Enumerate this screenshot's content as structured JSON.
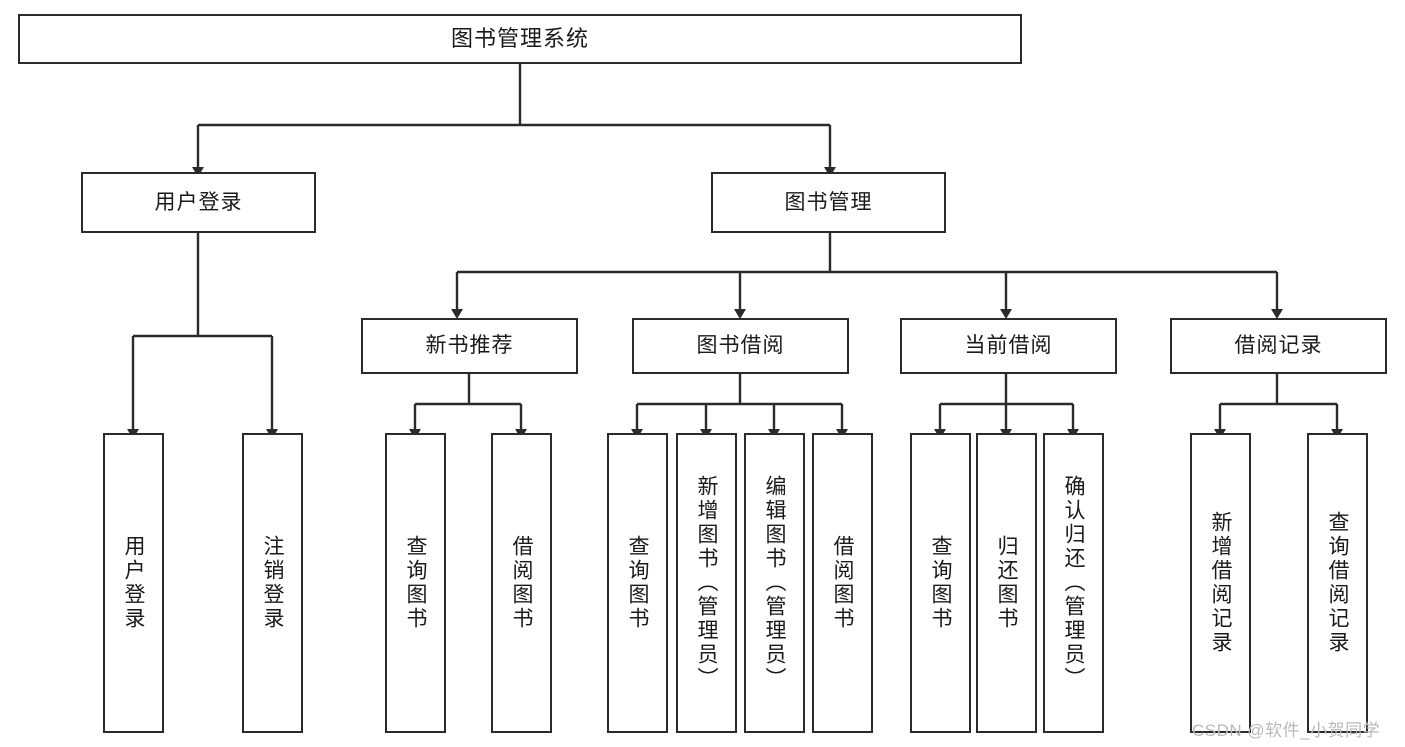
{
  "diagram": {
    "title": "图书管理系统",
    "type": "hierarchy-tree",
    "watermark": "CSDN @软件_小贺同学",
    "colors": {
      "box_border": "#2b2b2b",
      "box_fill": "#ffffff",
      "line": "#2b2b2b",
      "text": "#1a1a1a",
      "watermark": "#b9b9b9"
    },
    "nodes": {
      "root": {
        "label": "图书管理系统"
      },
      "level2": [
        {
          "label": "用户登录"
        },
        {
          "label": "图书管理"
        }
      ],
      "level3": [
        {
          "label": "新书推荐"
        },
        {
          "label": "图书借阅"
        },
        {
          "label": "当前借阅"
        },
        {
          "label": "借阅记录"
        }
      ],
      "leaves": {
        "user_login": [
          {
            "label": "用户登录"
          },
          {
            "label": "注销登录"
          }
        ],
        "new_book_recommend": [
          {
            "label": "查询图书"
          },
          {
            "label": "借阅图书"
          }
        ],
        "book_borrow": [
          {
            "label": "查询图书"
          },
          {
            "label": "新增图书（管理员）"
          },
          {
            "label": "编辑图书（管理员）"
          },
          {
            "label": "借阅图书"
          }
        ],
        "current_borrow": [
          {
            "label": "查询图书"
          },
          {
            "label": "归还图书"
          },
          {
            "label": "确认归还（管理员）"
          }
        ],
        "borrow_record": [
          {
            "label": "新增借阅记录"
          },
          {
            "label": "查询借阅记录"
          }
        ]
      }
    }
  }
}
